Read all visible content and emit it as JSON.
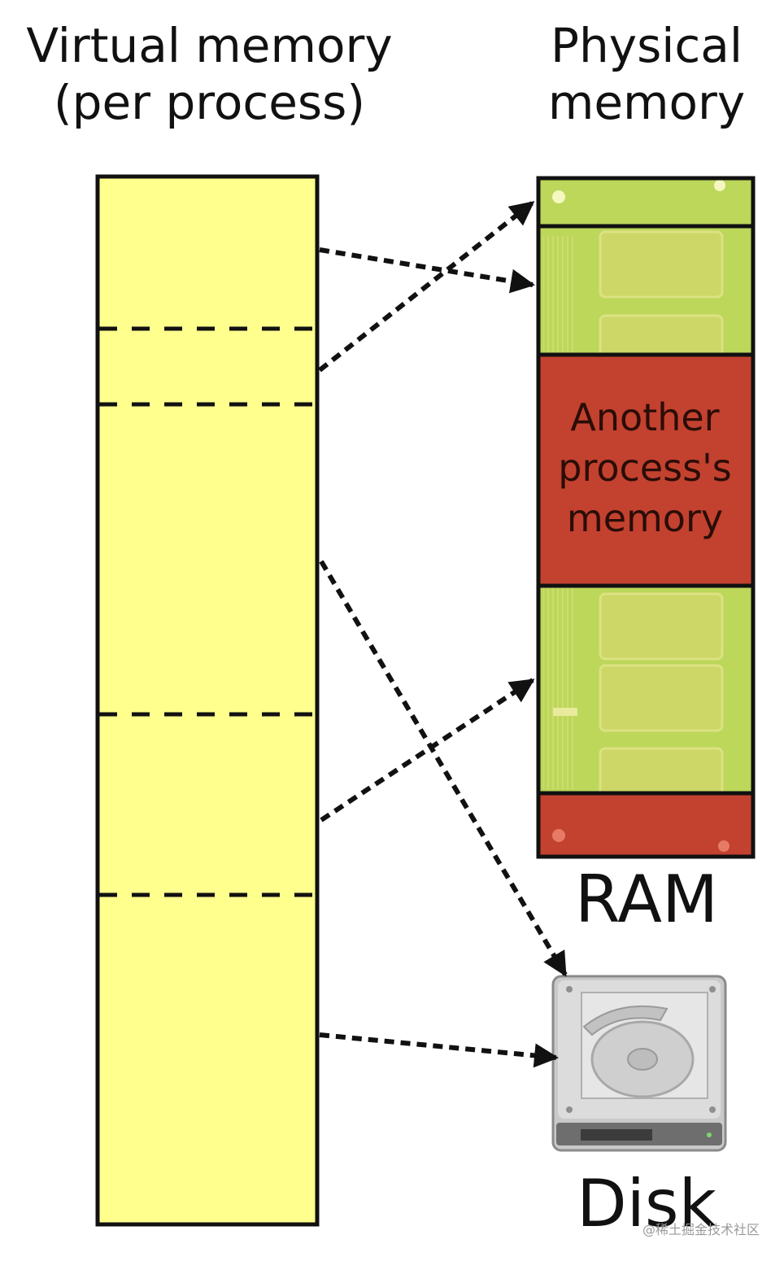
{
  "virtual_title": [
    "Virtual memory",
    "(per process)"
  ],
  "physical_title": [
    "Physical",
    "memory"
  ],
  "another_process_label": [
    "Another",
    "process's",
    "memory"
  ],
  "ram_label": "RAM",
  "disk_label": "Disk",
  "watermark": "@稀土掘金技术社区",
  "colors": {
    "virtual_fill": "#ffff8e",
    "ram_green": "#bcd75a",
    "another_red": "#c3412f",
    "outline": "#111111"
  },
  "icons": {
    "ram_module": "ram-chip-icon",
    "disk": "hard-disk-icon"
  }
}
